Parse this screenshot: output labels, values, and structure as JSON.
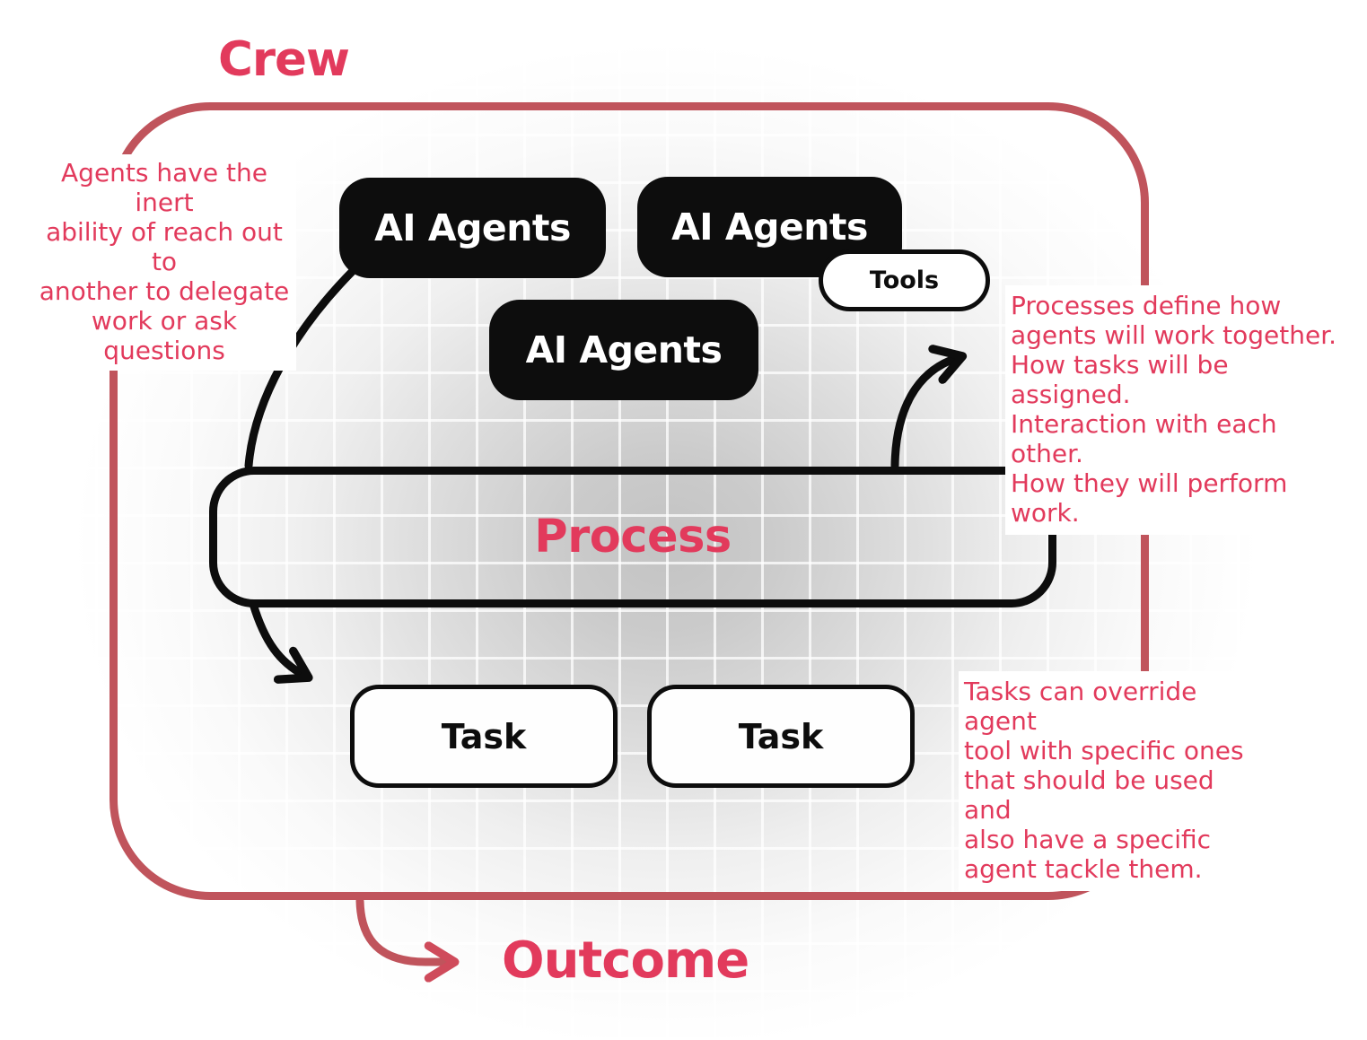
{
  "diagram": {
    "crew_label": "Crew",
    "outcome_label": "Outcome",
    "agent_boxes": [
      "AI Agents",
      "AI Agents",
      "AI Agents"
    ],
    "tools_label": "Tools",
    "process_label": "Process",
    "task_boxes": [
      "Task",
      "Task"
    ],
    "annotations": {
      "delegation": "Agents have the inert\nability of reach out to\nanother to delegate\nwork or ask questions",
      "process": "Processes define how\nagents will work together.\nHow tasks will be assigned.\nInteraction with each other.\nHow they will perform work.",
      "tasks": "Tasks can override agent\ntool with specific ones\nthat should be used and\nalso have a specific\nagent tackle them."
    },
    "colors": {
      "accent": "#e23a5c",
      "frame": "#c0545c",
      "arrowhead": "#cf4b5b",
      "node_black": "#0d0d0d"
    }
  }
}
